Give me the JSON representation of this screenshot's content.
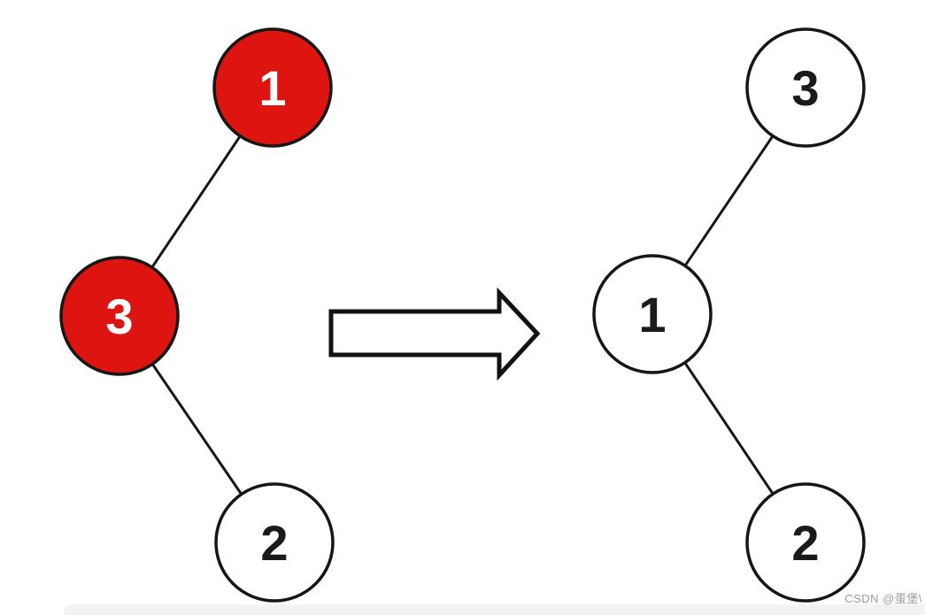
{
  "colors": {
    "node_red_fill": "#DD1410",
    "node_white_fill": "#FFFFFF",
    "node_stroke": "#161616",
    "edge_stroke": "#161616",
    "arrow_fill": "#FFFFFF",
    "arrow_stroke": "#111111",
    "red_node_text": "#FFFFFF",
    "white_node_text": "#1A1A1A",
    "watermark_color": "#9B9B9B",
    "bottom_strip_color": "#F1F2F4",
    "background": "#FFFFFF"
  },
  "figure": {
    "before_tree": {
      "nodes": [
        {
          "role": "root",
          "label": "1",
          "variant": "red"
        },
        {
          "role": "left-child",
          "label": "3",
          "variant": "red"
        },
        {
          "role": "left-right-grandchild",
          "label": "2",
          "variant": "white"
        }
      ]
    },
    "after_tree": {
      "nodes": [
        {
          "role": "right-child",
          "label": "3",
          "variant": "white"
        },
        {
          "role": "root",
          "label": "1",
          "variant": "white"
        },
        {
          "role": "right-child-of-root",
          "label": "2",
          "variant": "white"
        }
      ]
    },
    "watermark": "CSDN @蛋堡\\"
  }
}
